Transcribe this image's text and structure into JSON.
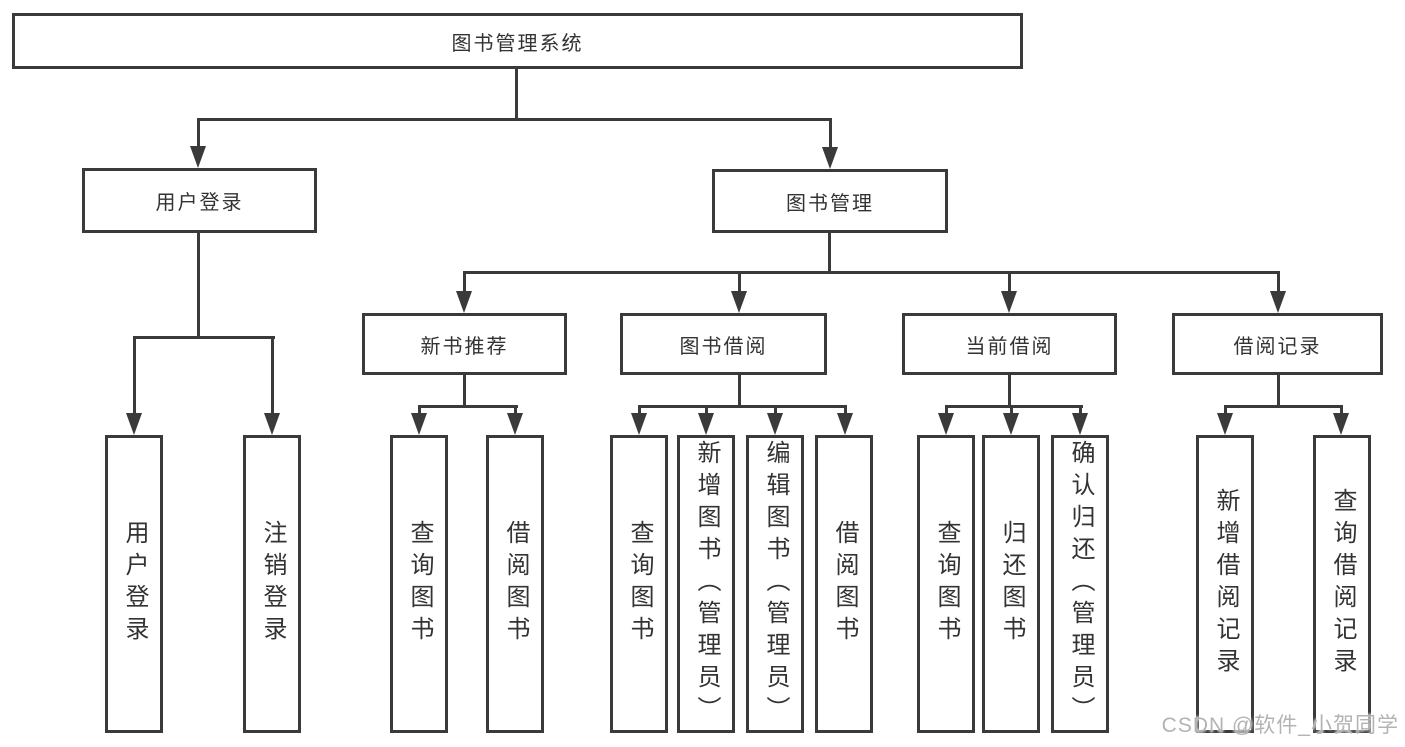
{
  "diagram": {
    "root": {
      "label": "图书管理系统"
    },
    "level2": [
      {
        "label": "用户登录"
      },
      {
        "label": "图书管理"
      }
    ],
    "level3": [
      {
        "label": "新书推荐"
      },
      {
        "label": "图书借阅"
      },
      {
        "label": "当前借阅"
      },
      {
        "label": "借阅记录"
      }
    ],
    "leaves": {
      "user_login": [
        "用户登录",
        "注销登录"
      ],
      "new_books": [
        "查询图书",
        "借阅图书"
      ],
      "book_borrowing": [
        "查询图书",
        "新增图书（管理员）",
        "编辑图书（管理员）",
        "借阅图书"
      ],
      "current_borrowing": [
        "查询图书",
        "归还图书",
        "确认归还（管理员）"
      ],
      "borrow_records": [
        "新增借阅记录",
        "查询借阅记录"
      ]
    },
    "colors": {
      "line": "#3a3a3a",
      "text": "#333333",
      "watermark": "#b3b3b3"
    },
    "watermark": "CSDN @软件_小贺同学"
  }
}
